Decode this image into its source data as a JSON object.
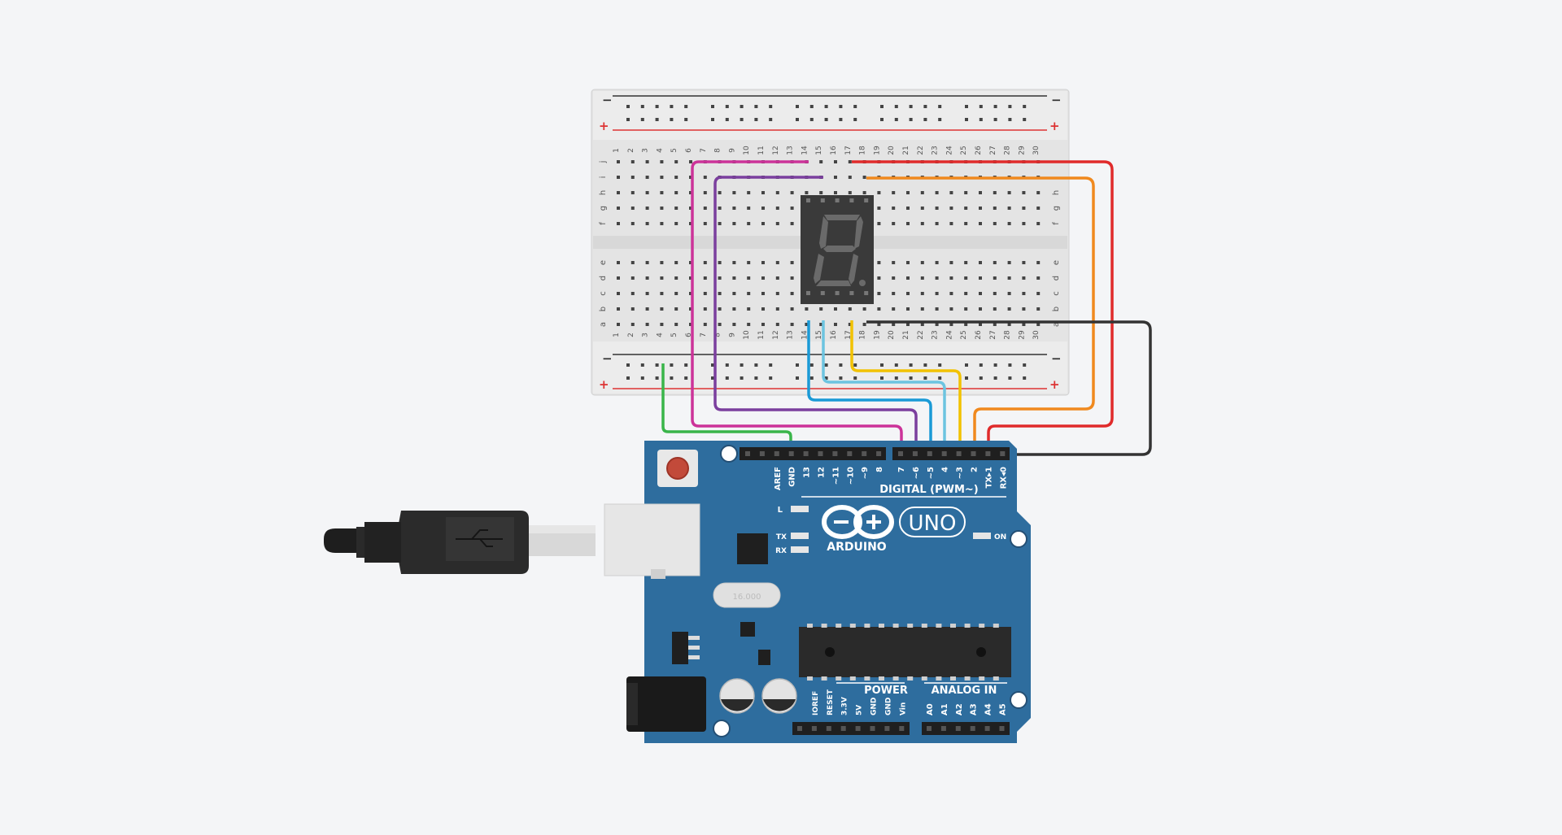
{
  "breadboard": {
    "rail_minus": "−",
    "rail_plus": "+",
    "row_letters_top": [
      "j",
      "i",
      "h",
      "g",
      "f"
    ],
    "row_letters_bottom": [
      "e",
      "d",
      "c",
      "b",
      "a"
    ],
    "columns": [
      "1",
      "2",
      "3",
      "4",
      "5",
      "6",
      "7",
      "8",
      "9",
      "10",
      "11",
      "12",
      "13",
      "14",
      "15",
      "16",
      "17",
      "18",
      "19",
      "20",
      "21",
      "22",
      "23",
      "24",
      "25",
      "26",
      "27",
      "28",
      "29",
      "30"
    ]
  },
  "arduino": {
    "brand": "ARDUINO",
    "model": "UNO",
    "digital_label": "DIGITAL (PWM~)",
    "power_label": "POWER",
    "analog_label": "ANALOG IN",
    "led_l": "L",
    "led_tx": "TX",
    "led_rx": "RX",
    "led_on": "ON",
    "crystal": "16.000",
    "digital_pins_left": [
      "AREF",
      "GND",
      "13",
      "12",
      "~11",
      "~10",
      "~9",
      "8"
    ],
    "digital_pins_right": [
      "7",
      "~6",
      "~5",
      "4",
      "~3",
      "2",
      "TX▸1",
      "RX◂0"
    ],
    "power_pins": [
      "IOREF",
      "RESET",
      "3.3V",
      "5V",
      "GND",
      "GND",
      "Vin"
    ],
    "analog_pins": [
      "A0",
      "A1",
      "A2",
      "A3",
      "A4",
      "A5"
    ]
  },
  "wire_colors": {
    "green": "#3ab54a",
    "magenta": "#cc3399",
    "purple": "#7b3f9e",
    "blue": "#1a9ad6",
    "light_blue": "#6cc4e0",
    "yellow": "#f2c200",
    "orange": "#f0891e",
    "red": "#e02b2b",
    "black": "#333333"
  },
  "colors": {
    "board_blue": "#2e6d9e",
    "breadboard": "#e6e6e6",
    "display_body": "#3a3a3a"
  }
}
